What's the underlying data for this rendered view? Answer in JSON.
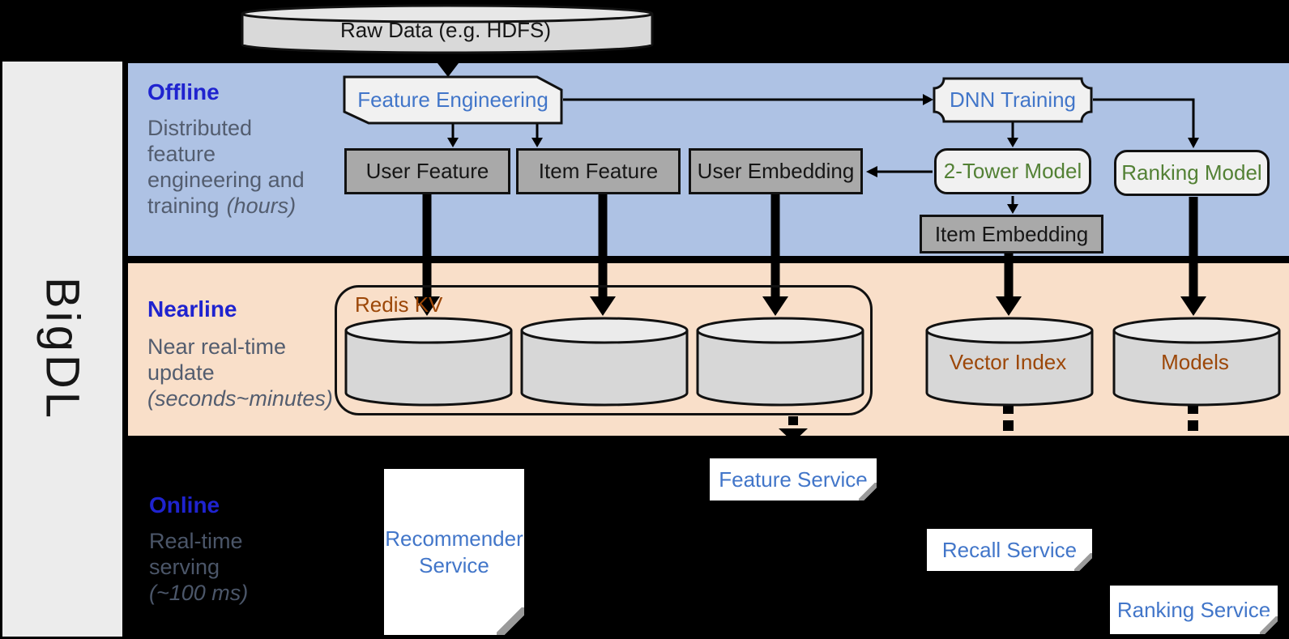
{
  "brand": {
    "name": "BigDL"
  },
  "raw_data": {
    "label": "Raw Data (e.g. HDFS)"
  },
  "bands": {
    "offline": {
      "title": "Offline",
      "lines": [
        "Distributed",
        "feature",
        "engineering and",
        "training"
      ],
      "italic_suffix": "(hours)"
    },
    "nearline": {
      "title": "Nearline",
      "lines": [
        "Near real-time",
        "update"
      ],
      "italic_line": "(seconds~minutes)"
    },
    "online": {
      "title": "Online",
      "lines": [
        "Real-time",
        "serving"
      ],
      "italic_line": "(~100 ms)"
    }
  },
  "nodes": {
    "feature_engineering": "Feature Engineering",
    "dnn_training": "DNN Training",
    "user_feature": "User Feature",
    "item_feature": "Item Feature",
    "user_embedding": "User Embedding",
    "two_tower_model": "2-Tower Model",
    "ranking_model": "Ranking Model",
    "item_embedding": "Item Embedding"
  },
  "storage": {
    "redis_kv": "Redis KV",
    "vector_index": "Vector Index",
    "models": "Models"
  },
  "services": {
    "feature_service": "Feature Service",
    "recommender_service": {
      "line1": "Recommender",
      "line2": "Service"
    },
    "recall_service": "Recall Service",
    "ranking_service": "Ranking Service"
  },
  "colors": {
    "background": "#000000",
    "offline_band": "#aec2e4",
    "nearline_band": "#f9dfc9",
    "sidebar": "#ececec",
    "band_title_blue": "#1f23cf",
    "desc_gray": "#535d6f",
    "node_text_blue": "#4276c9",
    "node_text_green": "#538135",
    "storage_text_brown": "#9c4708",
    "gray_node_fill": "#a9a9a9",
    "light_node_fill": "#f1f1f1"
  }
}
